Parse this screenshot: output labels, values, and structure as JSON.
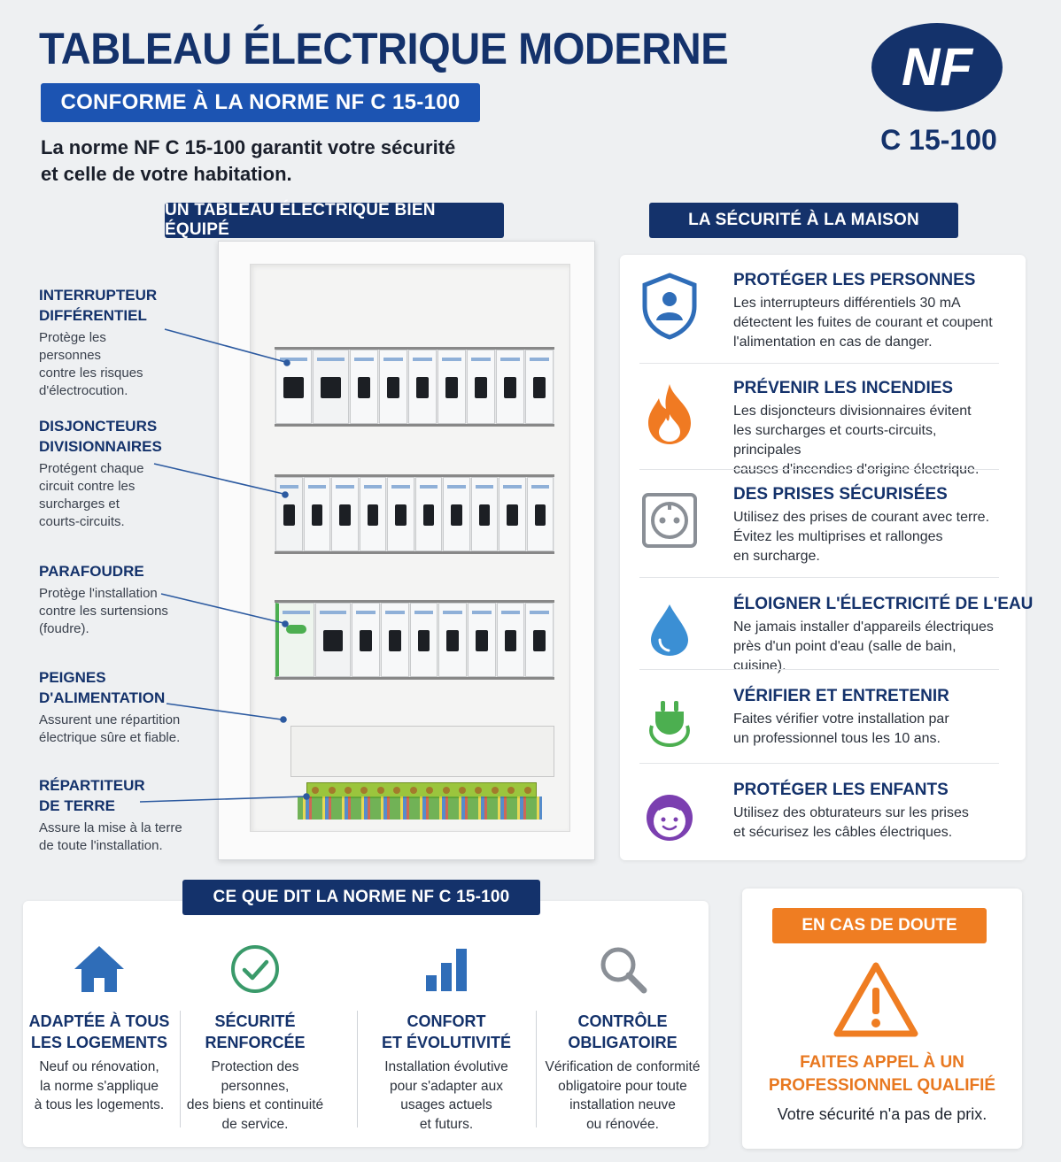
{
  "header": {
    "title": "TABLEAU ÉLECTRIQUE MODERNE",
    "subtitle": "CONFORME À LA NORME NF C 15-100",
    "intro_line1": "La norme NF C 15-100 garantit votre sécurité",
    "intro_line2": "et celle de votre habitation.",
    "logo_text": "NF",
    "standard_code": "C 15-100"
  },
  "sections": {
    "panel": "UN TABLEAU ÉLECTRIQUE BIEN ÉQUIPÉ",
    "safety": "LA SÉCURITÉ À LA MAISON",
    "norme": "CE QUE DIT LA NORME NF C 15-100"
  },
  "callouts": [
    {
      "title1": "INTERRUPTEUR",
      "title2": "DIFFÉRENTIEL",
      "desc": [
        "Protège les personnes",
        "contre les risques",
        "d'électrocution."
      ]
    },
    {
      "title1": "DISJONCTEURS",
      "title2": "DIVISIONNAIRES",
      "desc": [
        "Protégent chaque",
        "circuit contre les",
        "surcharges et",
        "courts-circuits."
      ]
    },
    {
      "title1": "PARAFOUDRE",
      "title2": "",
      "desc": [
        "Protège l'installation",
        "contre les surtensions",
        "(foudre)."
      ]
    },
    {
      "title1": "PEIGNES",
      "title2": "D'ALIMENTATION",
      "desc": [
        "Assurent une répartition",
        "électrique sûre et fiable."
      ]
    },
    {
      "title1": "RÉPARTITEUR",
      "title2": "DE TERRE",
      "desc": [
        "Assure la mise à la terre",
        "de toute l'installation."
      ]
    }
  ],
  "safety_items": [
    {
      "icon": "shield-person-icon",
      "title": "PROTÉGER LES PERSONNES",
      "lines": [
        "Les interrupteurs différentiels 30 mA",
        "détectent les fuites de courant et coupent",
        "l'alimentation en cas de danger."
      ]
    },
    {
      "icon": "flame-icon",
      "title": "PRÉVENIR LES INCENDIES",
      "lines": [
        "Les disjoncteurs divisionnaires évitent",
        "les surcharges et courts-circuits, principales",
        "causes d'incendies d'origine électrique."
      ]
    },
    {
      "icon": "socket-icon",
      "title": "DES PRISES SÉCURISÉES",
      "lines": [
        "Utilisez des prises de courant avec terre.",
        "Évitez les multiprises et rallonges",
        "en surcharge."
      ]
    },
    {
      "icon": "water-drop-icon",
      "title": "ÉLOIGNER L'ÉLECTRICITÉ DE L'EAU",
      "lines": [
        "Ne jamais installer d'appareils électriques",
        "près d'un point d'eau (salle de bain, cuisine)."
      ]
    },
    {
      "icon": "plug-icon",
      "title": "VÉRIFIER ET ENTRETENIR",
      "lines": [
        "Faites vérifier votre installation par",
        "un professionnel tous les 10 ans."
      ]
    },
    {
      "icon": "child-face-icon",
      "title": "PROTÉGER LES ENFANTS",
      "lines": [
        "Utilisez des obturateurs sur les prises",
        "et sécurisez les câbles électriques."
      ]
    }
  ],
  "norme_items": [
    {
      "icon": "house-icon",
      "title1": "ADAPTÉE À TOUS",
      "title2": "LES LOGEMENTS",
      "lines": [
        "Neuf ou rénovation,",
        "la norme s'applique",
        "à tous les logements."
      ]
    },
    {
      "icon": "check-circle-icon",
      "title1": "SÉCURITÉ",
      "title2": "RENFORCÉE",
      "lines": [
        "Protection des personnes,",
        "des biens et continuité",
        "de service."
      ]
    },
    {
      "icon": "bar-chart-icon",
      "title1": "CONFORT",
      "title2": "ET ÉVOLUTIVITÉ",
      "lines": [
        "Installation évolutive",
        "pour s'adapter aux",
        "usages actuels",
        "et futurs."
      ]
    },
    {
      "icon": "magnifier-icon",
      "title1": "CONTRÔLE",
      "title2": "OBLIGATOIRE",
      "lines": [
        "Vérification de conformité",
        "obligatoire pour toute",
        "installation neuve",
        "ou rénovée."
      ]
    }
  ],
  "doubt": {
    "banner": "EN CAS DE DOUTE",
    "icon": "warning-triangle-icon",
    "cta1": "FAITES APPEL À UN",
    "cta2": "PROFESSIONNEL QUALIFIÉ",
    "tagline": "Votre sécurité n'a pas de prix."
  },
  "colors": {
    "navy": "#14326b",
    "blue": "#1c54b2",
    "orange": "#ef7d22",
    "green": "#4caf50",
    "purple": "#7b3fb0"
  }
}
